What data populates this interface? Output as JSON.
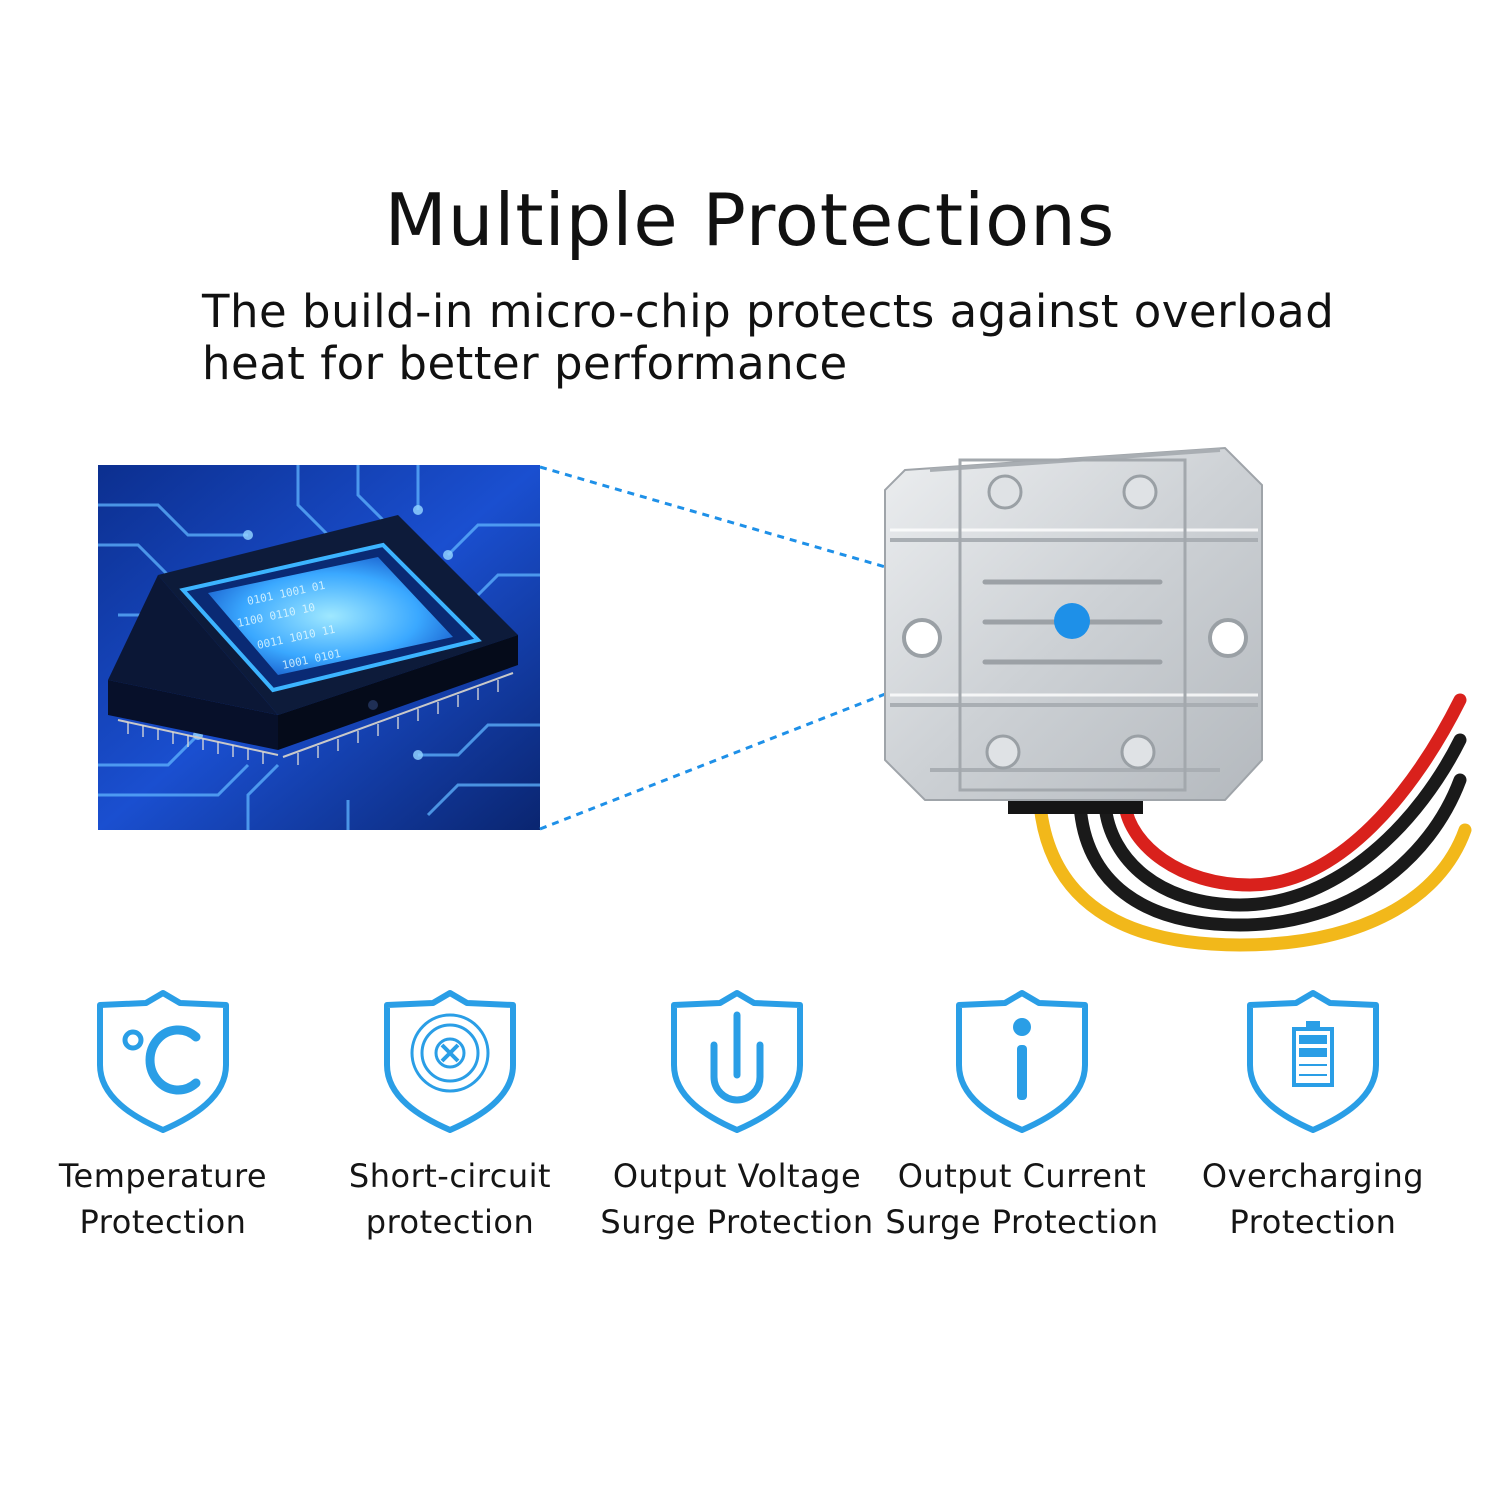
{
  "header": {
    "title": "Multiple Protections",
    "subtitle": "The build-in micro-chip protects against overload heat for better performance"
  },
  "colors": {
    "accent": "#1e90e8",
    "icon_blue": "#2a9ee6",
    "wire_red": "#d9211c",
    "wire_black": "#1a1a1a",
    "wire_yellow": "#f2b81a",
    "aluminum": "#d6d9dc"
  },
  "features": [
    {
      "icon": "thermometer-celsius-icon",
      "label": "Temperature\nProtection"
    },
    {
      "icon": "short-circuit-target-icon",
      "label": "Short-circuit\nprotection"
    },
    {
      "icon": "power-voltage-icon",
      "label": "Output Voltage\nSurge Protection"
    },
    {
      "icon": "info-current-icon",
      "label": "Output Current\nSurge Protection"
    },
    {
      "icon": "battery-icon",
      "label": "Overcharging\nProtection"
    }
  ]
}
